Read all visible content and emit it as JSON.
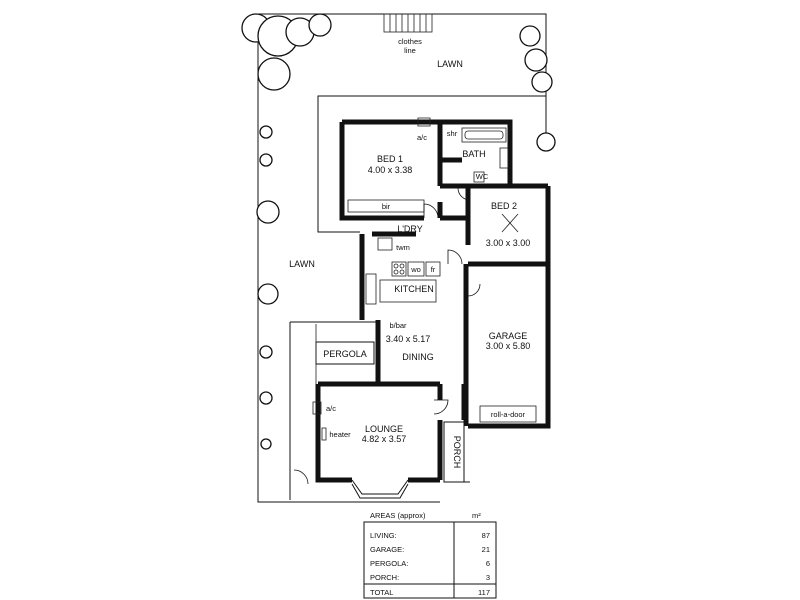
{
  "labels": {
    "clothes_line_1": "clothes",
    "clothes_line_2": "line",
    "lawn_top": "LAWN",
    "lawn_left": "LAWN",
    "bed1_name": "BED 1",
    "bed1_size": "4.00 x 3.38",
    "ac_top": "a/c",
    "shr": "shr",
    "bath": "BATH",
    "wc": "WC",
    "bir": "bir",
    "bed2_name": "BED 2",
    "bed2_size": "3.00 x 3.00",
    "ldry": "L'DRY",
    "twm": "twm",
    "wo": "wo",
    "fr": "fr",
    "kitchen": "KITCHEN",
    "bbar": "b/bar",
    "kd_size": "3.40 x 5.17",
    "dining": "DINING",
    "garage_name": "GARAGE",
    "garage_size": "3.00 x 5.80",
    "pergola": "PERGOLA",
    "ac_lounge": "a/c",
    "roll_door": "roll-a-door",
    "lounge_name": "LOUNGE",
    "lounge_size": "4.82 x 3.57",
    "heater": "heater",
    "porch": "PORCH"
  },
  "areas": {
    "title": "AREAS (approx)",
    "unit": "m²",
    "rows": [
      {
        "label": "LIVING:",
        "value": "87"
      },
      {
        "label": "GARAGE:",
        "value": "21"
      },
      {
        "label": "PERGOLA:",
        "value": "6"
      },
      {
        "label": "PORCH:",
        "value": "3"
      },
      {
        "label": "TOTAL",
        "value": "117"
      }
    ]
  }
}
